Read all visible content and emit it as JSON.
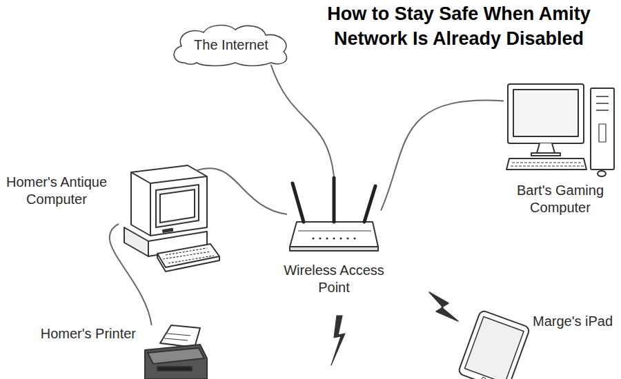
{
  "diagram": {
    "title": "How to Stay Safe When Amity Network Is Already Disabled",
    "nodes": [
      {
        "text": [
          "The Internet"
        ]
      },
      {
        "text": [
          "Homer's Antique Computer"
        ]
      },
      {
        "text": [
          "Bart's Gaming Computer"
        ]
      },
      {
        "text": [
          "Wireless Access Point"
        ]
      },
      {
        "text": [
          "Homer's Printer"
        ]
      },
      {
        "text": [
          "Marge's iPad"
        ]
      }
    ],
    "edges": [
      {
        "from": 0,
        "to": 3,
        "arrow": "none"
      },
      {
        "from": 1,
        "to": 3,
        "arrow": "none"
      },
      {
        "from": 2,
        "to": 3,
        "arrow": "none"
      },
      {
        "from": 1,
        "to": 4,
        "arrow": "none"
      }
    ]
  }
}
